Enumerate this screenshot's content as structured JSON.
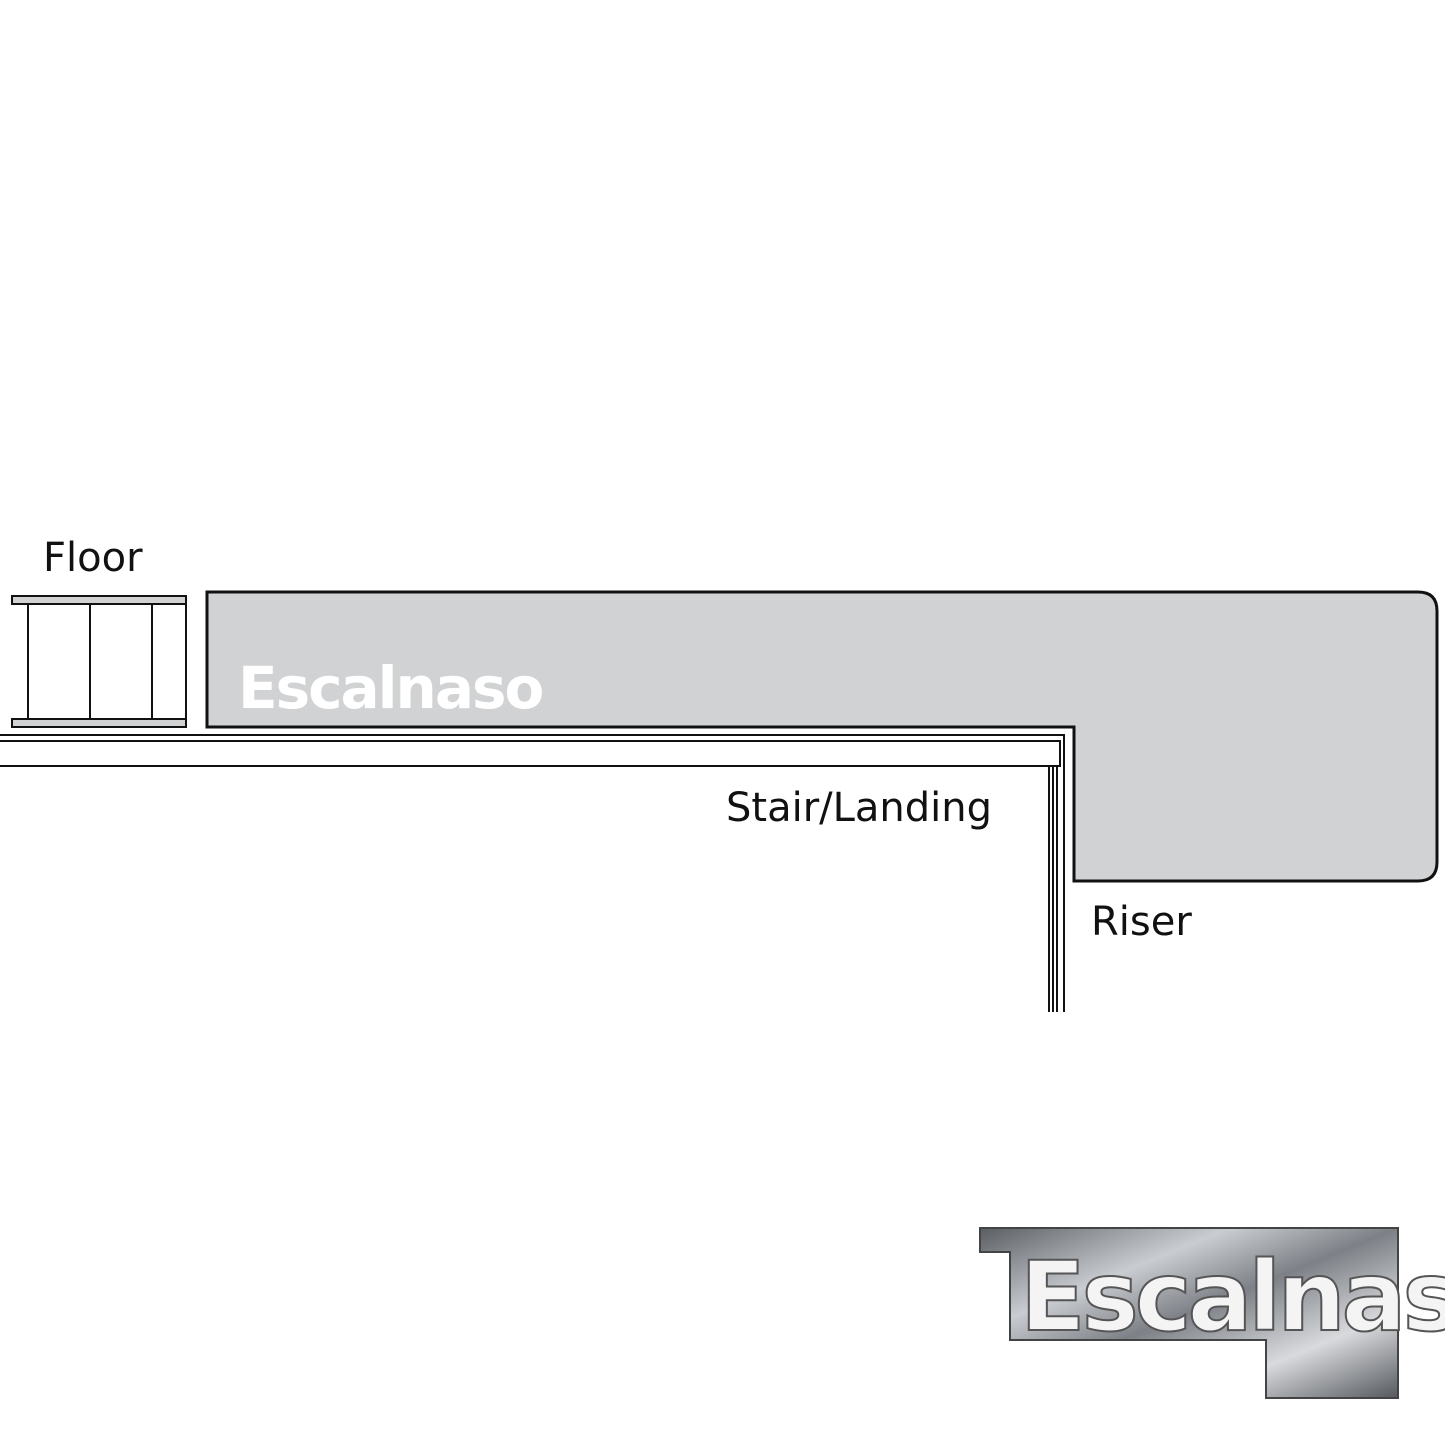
{
  "labels": {
    "floor": "Floor",
    "stair_landing": "Stair/Landing",
    "riser": "Riser"
  },
  "watermark": "Escalnaso",
  "logo": {
    "text": "Escalnaso"
  },
  "colors": {
    "profile_fill": "#d1d2d4",
    "stroke": "#111111",
    "logo_metal": "#8a8d92"
  }
}
